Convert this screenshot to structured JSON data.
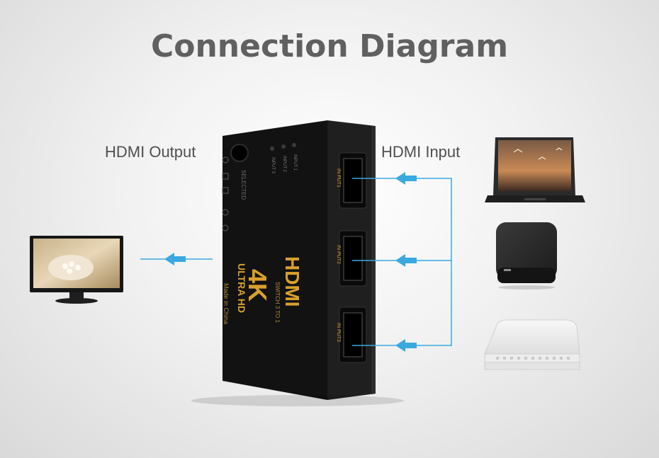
{
  "title": "Connection Diagram",
  "labels": {
    "output": "HDMI Output",
    "input": "HDMI Input"
  },
  "switch": {
    "logo": "HDMI",
    "subtitle": "SWITCH 3 TO 1",
    "resolution": "4K",
    "grade": "ULTRA HD",
    "origin": "Made in China",
    "button_label": "SELECTED",
    "led_labels": [
      "INPUT 1",
      "INPUT 2",
      "INPUT 3"
    ],
    "ports": [
      "IN PUT1",
      "IN PUT2",
      "IN PUT3"
    ]
  },
  "colors": {
    "arrow": "#39a9e0",
    "title": "#606060",
    "device_body": "#1a1a1a",
    "accent_gold": "#d9a02b"
  }
}
